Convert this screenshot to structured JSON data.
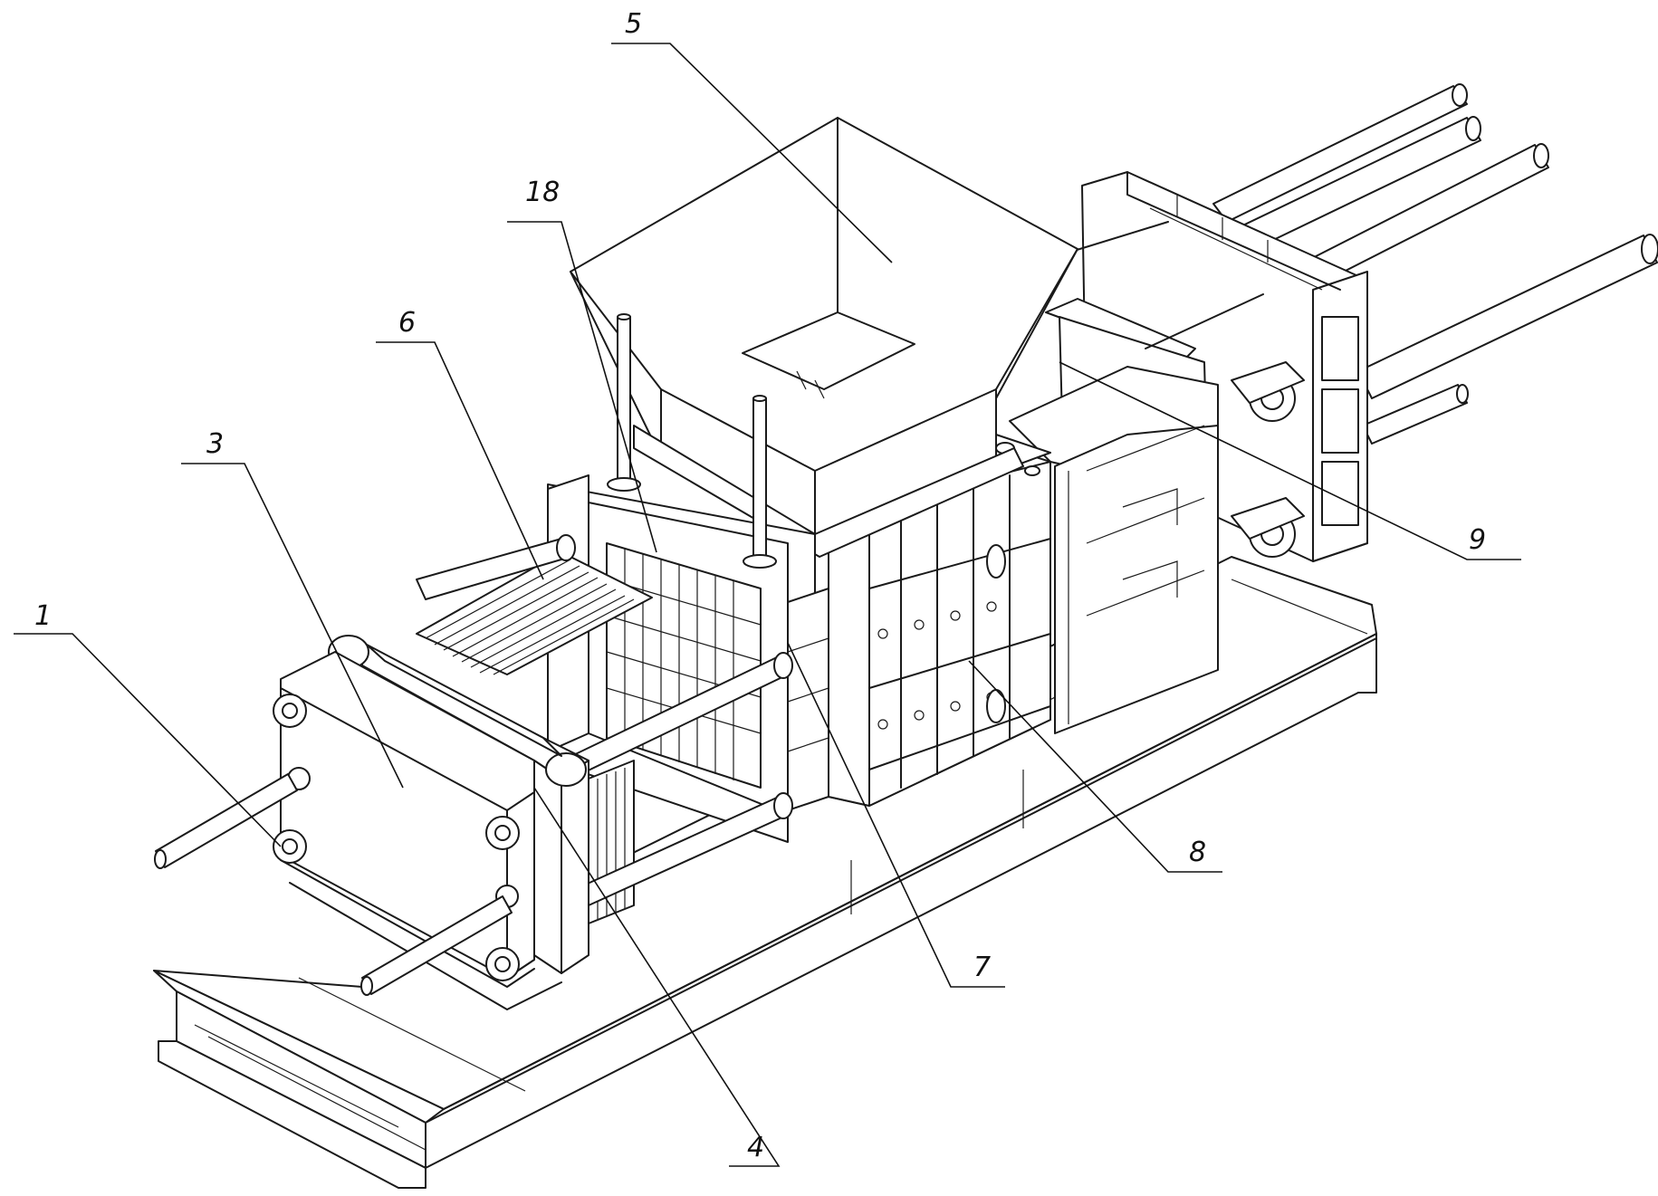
{
  "callouts": [
    {
      "id": "c1",
      "label": "1"
    },
    {
      "id": "c3",
      "label": "3"
    },
    {
      "id": "c4",
      "label": "4"
    },
    {
      "id": "c5",
      "label": "5"
    },
    {
      "id": "c6",
      "label": "6"
    },
    {
      "id": "c7",
      "label": "7"
    },
    {
      "id": "c8",
      "label": "8"
    },
    {
      "id": "c9",
      "label": "9"
    },
    {
      "id": "c18",
      "label": "18"
    }
  ]
}
